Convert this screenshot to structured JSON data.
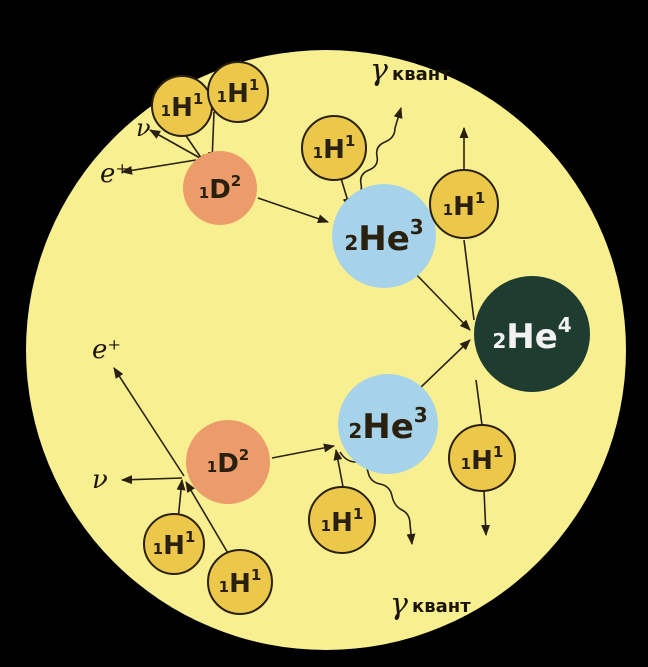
{
  "colors": {
    "background": "#000000",
    "disk": "#f8f090",
    "hydrogen": "#ecc84a",
    "deuterium": "#ec9c6a",
    "helium3": "#a6d2ea",
    "helium4": "#1e3c30",
    "arrow": "#2a2010"
  },
  "nuclei": {
    "h_top_a": {
      "sub": "1",
      "sym": "H",
      "sup": "1"
    },
    "h_top_b": {
      "sub": "1",
      "sym": "H",
      "sup": "1"
    },
    "h_top_c": {
      "sub": "1",
      "sym": "H",
      "sup": "1"
    },
    "h_right_top": {
      "sub": "1",
      "sym": "H",
      "sup": "1"
    },
    "h_right_bot": {
      "sub": "1",
      "sym": "H",
      "sup": "1"
    },
    "h_bot_mid": {
      "sub": "1",
      "sym": "H",
      "sup": "1"
    },
    "h_bot_a": {
      "sub": "1",
      "sym": "H",
      "sup": "1"
    },
    "h_bot_b": {
      "sub": "1",
      "sym": "H",
      "sup": "1"
    },
    "d_top": {
      "sub": "1",
      "sym": "D",
      "sup": "2"
    },
    "d_bot": {
      "sub": "1",
      "sym": "D",
      "sup": "2"
    },
    "he3_top": {
      "sub": "2",
      "sym": "He",
      "sup": "3"
    },
    "he3_bot": {
      "sub": "2",
      "sym": "He",
      "sup": "3"
    },
    "he4": {
      "sub": "2",
      "sym": "He",
      "sup": "4"
    }
  },
  "labels": {
    "positron_top": "e⁺",
    "neutrino_top": "ν",
    "positron_bot": "e⁺",
    "neutrino_bot": "ν",
    "gamma_top_symbol": "γ",
    "gamma_top_word": "квант",
    "gamma_bot_symbol": "γ",
    "gamma_bot_word": "квант"
  }
}
